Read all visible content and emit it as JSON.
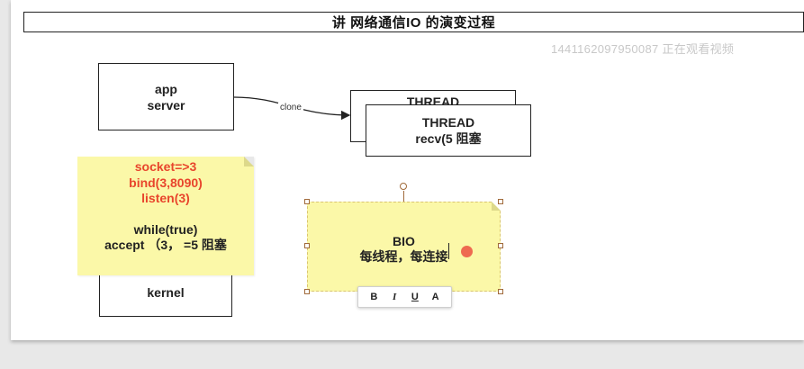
{
  "title": "讲  网络通信IO 的演变过程",
  "watermark": "1441162097950087 正在观看视频",
  "app_box": {
    "line1": "app",
    "line2": "server"
  },
  "connector": {
    "label": "clone"
  },
  "thread_back": {
    "label": "THREAD"
  },
  "thread_front": {
    "line1": "THREAD",
    "line2": "recv(5  阻塞"
  },
  "sticky_note": {
    "red_lines": [
      "socket=>3",
      "bind(3,8090)",
      "listen(3)"
    ],
    "dark_lines": [
      "while(true)",
      "accept （3，  =5    阻塞"
    ]
  },
  "kernel_box": {
    "label": "kernel"
  },
  "bio_note": {
    "line1": "BIO",
    "line2": "每线程，每连接"
  },
  "format_toolbar": {
    "bold": "B",
    "italic": "I",
    "underline": "U",
    "color": "A"
  },
  "colors": {
    "sticky": "#fbf8a8",
    "red_text": "#e8452c",
    "handle": "#a06a3a"
  }
}
